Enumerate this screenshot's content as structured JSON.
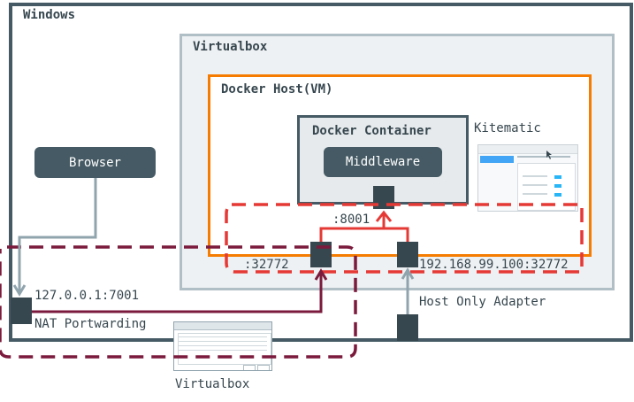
{
  "windows": {
    "title": "Windows"
  },
  "virtualbox": {
    "title": "Virtualbox"
  },
  "docker_host": {
    "title": "Docker Host(VM)"
  },
  "docker_container": {
    "title": "Docker Container"
  },
  "middleware": {
    "label": "Middleware"
  },
  "kitematic": {
    "label": "Kitematic"
  },
  "browser": {
    "label": "Browser"
  },
  "ports": {
    "container_port": ":8001",
    "host_port": ":32772",
    "host_only_address": "192.168.99.100:32772",
    "localhost_address": "127.0.0.1:7001"
  },
  "labels": {
    "nat_forwarding": "NAT Portwarding",
    "host_only_adapter": "Host Only Adapter",
    "virtualbox_caption": "Virtualbox"
  },
  "colors": {
    "windows_border": "#455a64",
    "virtualbox_border": "#b0bec5",
    "docker_host_border": "#f57c00",
    "container_border": "#455a64",
    "red_dashed": "#e53935",
    "maroon_dashed": "#7b1a3c",
    "arrow_gray": "#90a4ae"
  }
}
